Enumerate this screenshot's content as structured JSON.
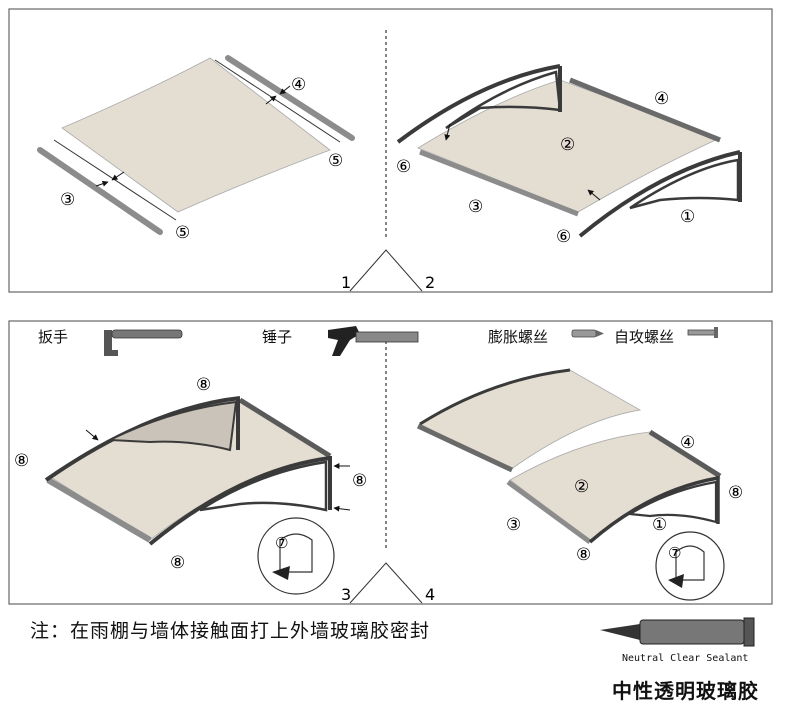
{
  "steps": {
    "s1": "1",
    "s2": "2",
    "s3": "3",
    "s4": "4"
  },
  "parts": {
    "p1": "①",
    "p2": "②",
    "p3": "③",
    "p4": "④",
    "p5": "⑤",
    "p6": "⑥",
    "p7": "⑦",
    "p8": "⑧"
  },
  "tools": {
    "wrench": "扳手",
    "hammer": "锤子",
    "expansion_screw": "膨胀螺丝",
    "tapping_screw": "自攻螺丝"
  },
  "note": "注：在雨棚与墙体接触面打上外墙玻璃胶密封",
  "sealant": {
    "en": "Neutral Clear Sealant",
    "cn": "中性透明玻璃胶"
  },
  "colors": {
    "panel": "#e3ddd2",
    "frame": "#3a3a3a",
    "rail": "#8c8c8c",
    "outline": "#555555"
  }
}
